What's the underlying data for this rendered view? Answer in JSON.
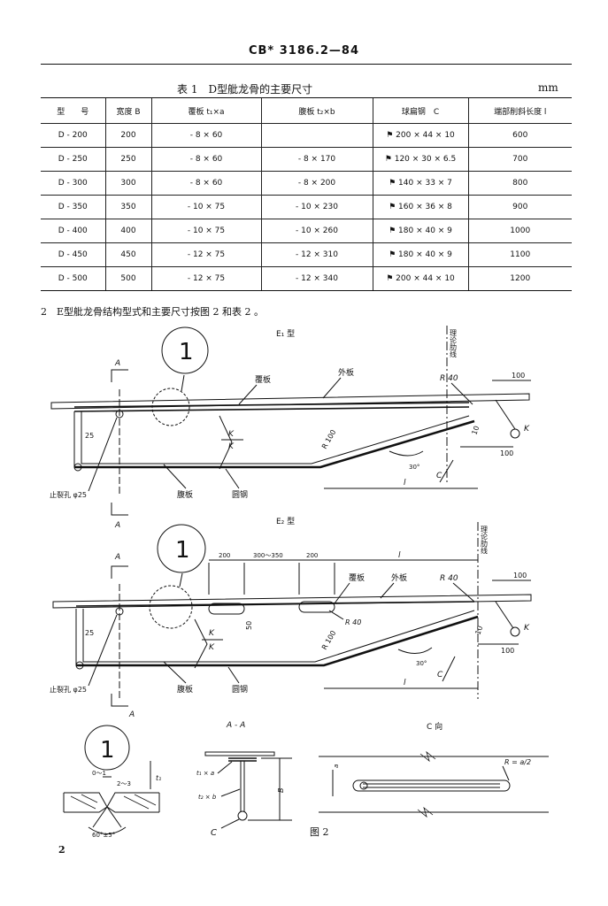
{
  "header": "CB* 3186.2—84",
  "table": {
    "title": "表 1　D型舭龙骨的主要尺寸",
    "unit": "mm",
    "columns": [
      "型　　号",
      "宽度 B",
      "覆板 t₁×a",
      "腹板 t₂×b",
      "球扁钢　C",
      "端部削斜长度 l"
    ],
    "rows": [
      [
        "D - 200",
        "200",
        "- 8 × 60",
        "",
        "200 × 44 × 10",
        "600"
      ],
      [
        "D - 250",
        "250",
        "- 8 × 60",
        "- 8 × 170",
        "120 × 30 × 6.5",
        "700"
      ],
      [
        "D - 300",
        "300",
        "- 8 × 60",
        "- 8 × 200",
        "140 × 33 × 7",
        "800"
      ],
      [
        "D - 350",
        "350",
        "- 10 × 75",
        "- 10 × 230",
        "160 × 36 × 8",
        "900"
      ],
      [
        "D - 400",
        "400",
        "- 10 × 75",
        "- 10 × 260",
        "180 × 40 × 9",
        "1000"
      ],
      [
        "D - 450",
        "450",
        "- 12 × 75",
        "- 12 × 310",
        "180 × 40 × 9",
        "1100"
      ],
      [
        "D - 500",
        "500",
        "- 12 × 75",
        "- 12 × 340",
        "200 × 44 × 10",
        "1200"
      ]
    ]
  },
  "paragraph": "2　E型舭龙骨结构型式和主要尺寸按图 2 和表 2 。",
  "figure": {
    "e1_title": "E₁ 型",
    "e2_title": "E₂ 型",
    "label_fuban": "覆板",
    "label_waiban": "外板",
    "label_fuban2": "腹板",
    "label_yuangang": "圆钢",
    "label_hole": "止裂孔 φ25",
    "label_frame": "理论肋线",
    "label_r40": "R 40",
    "label_r100": "R 100",
    "label_k": "K",
    "label_a": "A",
    "label_c": "C",
    "label_l": "l",
    "label_25": "25",
    "label_30": "30°",
    "label_10": "10",
    "label_100": "100",
    "label_50": "50",
    "label_200": "200",
    "label_300_350": "300～350",
    "label_one": "1",
    "label_aa": "A - A",
    "label_cview": "C 向",
    "label_t1a": "t₁ × a",
    "label_t2b": "t₂ × b",
    "label_b": "B",
    "label_t1": "t₁",
    "label_a_small": "a",
    "label_r_a2": "R = a/2",
    "label_gap": "0～1",
    "label_angle": "60°±5°",
    "label_2_3": "2～3",
    "caption": "图 2"
  },
  "page_number": "2"
}
